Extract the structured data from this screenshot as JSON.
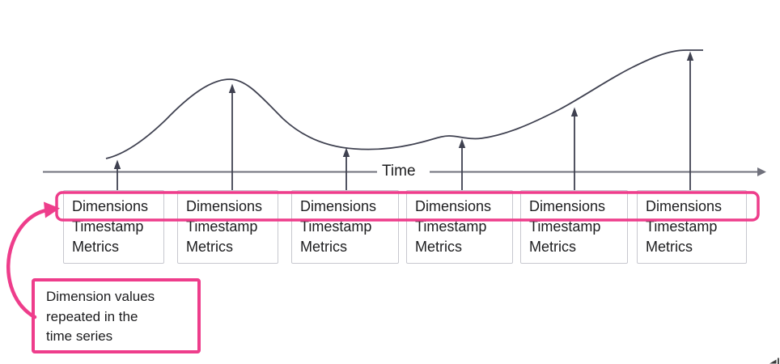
{
  "diagram": {
    "title_semantic": "time-series-dimensions-diagram",
    "axis_label": "Time",
    "annotation_text": "Dimension values\nrepeated in the\ntime series"
  },
  "cards": {
    "items": [
      {
        "dimensions": "Dimensions",
        "timestamp": "Timestamp",
        "metrics": "Metrics"
      },
      {
        "dimensions": "Dimensions",
        "timestamp": "Timestamp",
        "metrics": "Metrics"
      },
      {
        "dimensions": "Dimensions",
        "timestamp": "Timestamp",
        "metrics": "Metrics"
      },
      {
        "dimensions": "Dimensions",
        "timestamp": "Timestamp",
        "metrics": "Metrics"
      },
      {
        "dimensions": "Dimensions",
        "timestamp": "Timestamp",
        "metrics": "Metrics"
      },
      {
        "dimensions": "Dimensions",
        "timestamp": "Timestamp",
        "metrics": "Metrics"
      }
    ]
  },
  "colors": {
    "accent_pink": "#ee3d8b",
    "line_dark": "#3f4150",
    "axis_gray": "#70717c",
    "card_border": "#c7c8cf",
    "text": "#1d1d1f"
  }
}
